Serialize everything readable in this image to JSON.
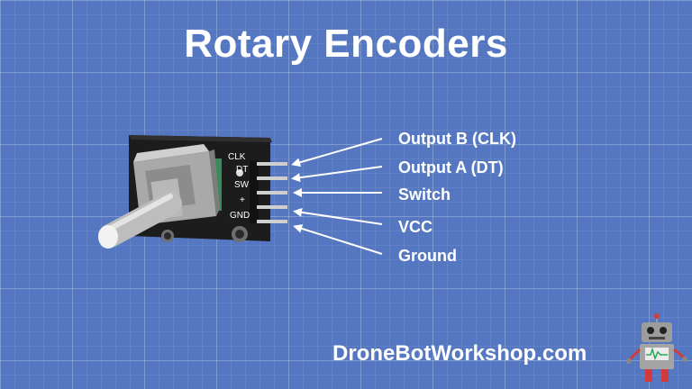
{
  "title": "Rotary Encoders",
  "pins": [
    {
      "label": "Output B (CLK)",
      "board_label": "CLK"
    },
    {
      "label": "Output A (DT)",
      "board_label": "DT"
    },
    {
      "label": "Switch",
      "board_label": "SW"
    },
    {
      "label": "VCC",
      "board_label": "+"
    },
    {
      "label": "Ground",
      "board_label": "GND"
    }
  ],
  "site": "DroneBotWorkshop.com",
  "colors": {
    "background": "#5577c2",
    "text": "#ffffff",
    "board": "#1c1c1c"
  }
}
